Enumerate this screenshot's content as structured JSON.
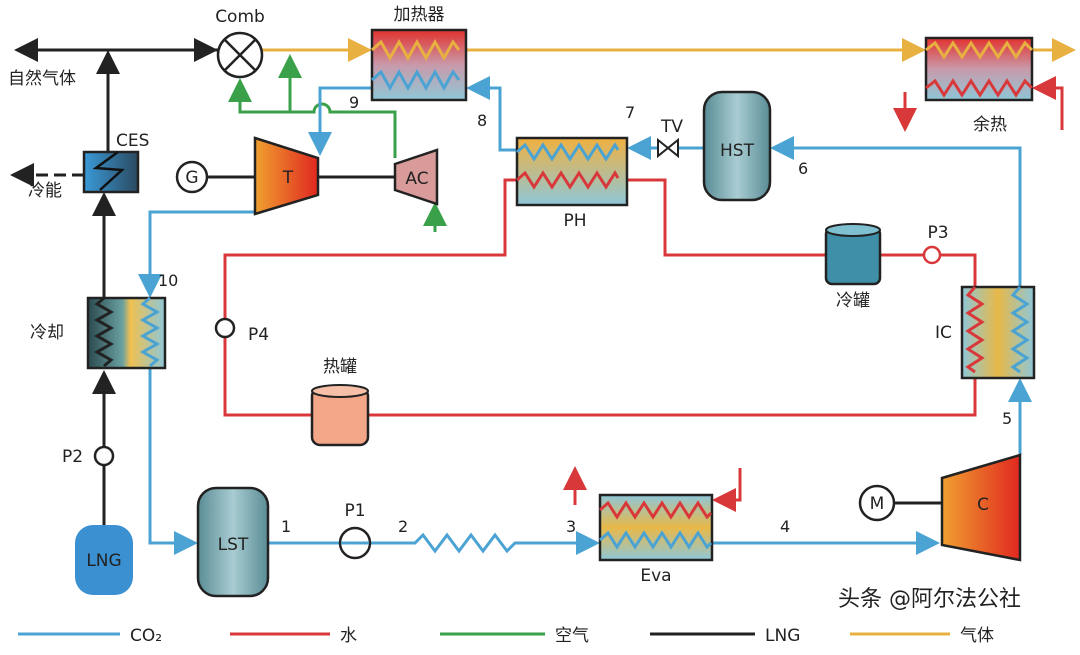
{
  "colors": {
    "co2": "#4ba3d3",
    "water": "#d9383a",
    "air": "#3aa04a",
    "lng": "#222222",
    "gas": "#e8b040"
  },
  "labels": {
    "comb": "Comb",
    "heater": "加热器",
    "natural_gas": "自然气体",
    "ces": "CES",
    "cold_energy": "冷能",
    "generator": "G",
    "turbine": "T",
    "air_compressor": "AC",
    "ph": "PH",
    "tv": "TV",
    "hst": "HST",
    "waste_heat": "余热",
    "cold_tank": "冷罐",
    "p3": "P3",
    "p4": "P4",
    "ic": "IC",
    "hot_tank": "热罐",
    "cooling": "冷却",
    "p2": "P2",
    "lng": "LNG",
    "lst": "LST",
    "p1": "P1",
    "eva": "Eva",
    "motor": "M",
    "compressor": "C"
  },
  "state_points": [
    "1",
    "2",
    "3",
    "4",
    "5",
    "6",
    "7",
    "8",
    "9",
    "10"
  ],
  "legend": [
    {
      "label": "CO₂",
      "color": "#4ba3d3"
    },
    {
      "label": "水",
      "color": "#d9383a"
    },
    {
      "label": "空气",
      "color": "#3aa04a"
    },
    {
      "label": "LNG",
      "color": "#222222"
    },
    {
      "label": "气体",
      "color": "#e8b040"
    }
  ],
  "watermark": "头条 @阿尔法公社"
}
